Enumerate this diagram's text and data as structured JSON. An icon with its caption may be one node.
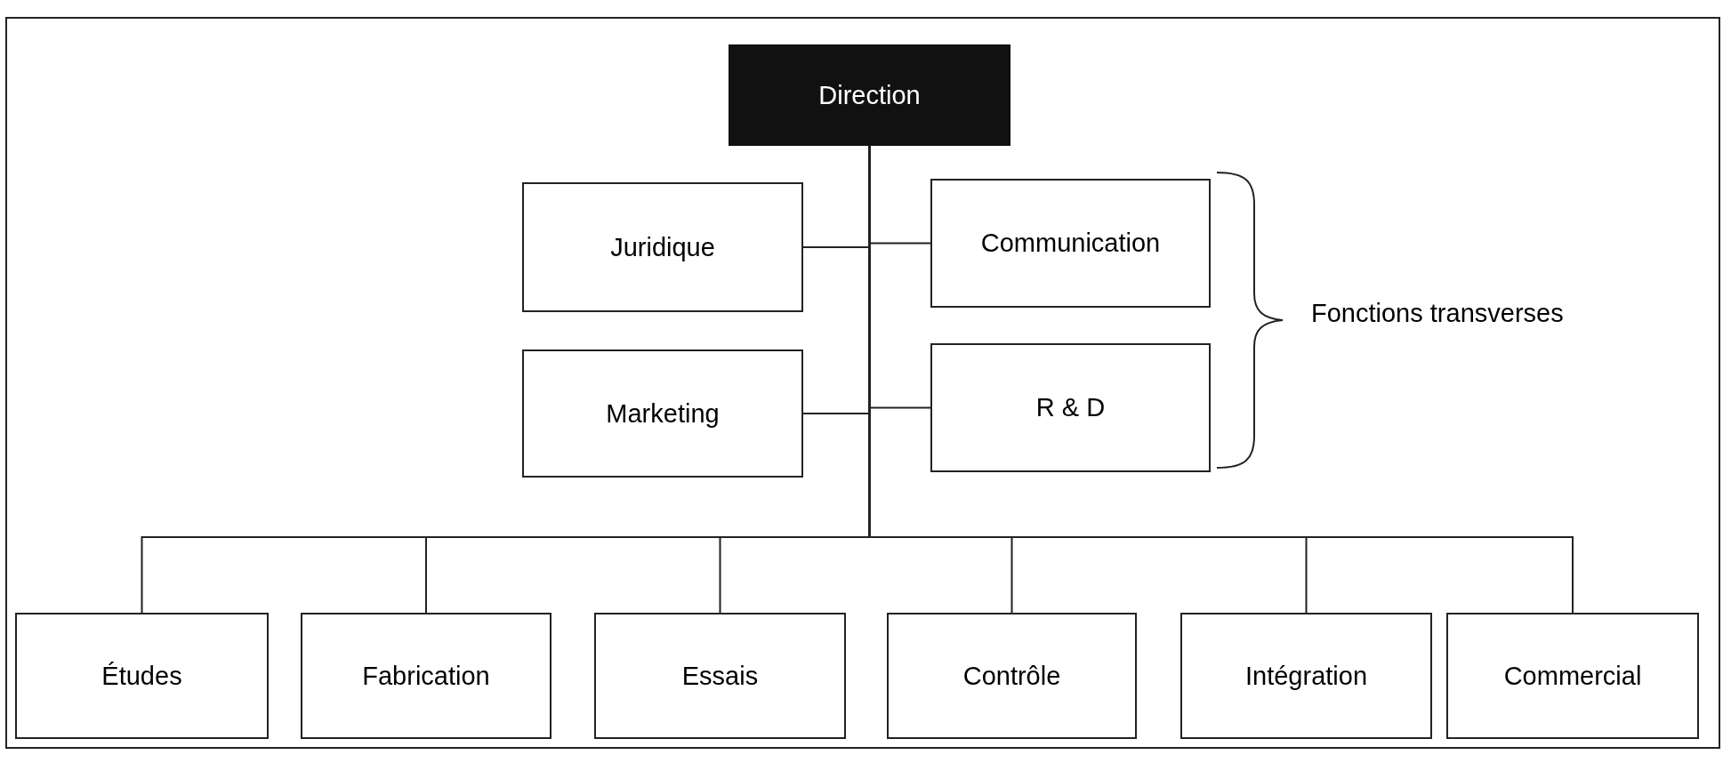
{
  "diagram": {
    "nodes": [
      {
        "text": [
          "Direction"
        ]
      },
      {
        "text": [
          "Juridique"
        ]
      },
      {
        "text": [
          "Communication"
        ]
      },
      {
        "text": [
          "Marketing"
        ]
      },
      {
        "text": [
          "R & D"
        ]
      },
      {
        "text": [
          "Études"
        ]
      },
      {
        "text": [
          "Fabrication"
        ]
      },
      {
        "text": [
          "Essais"
        ]
      },
      {
        "text": [
          "Contrôle"
        ]
      },
      {
        "text": [
          "Intégration"
        ]
      },
      {
        "text": [
          "Commercial"
        ]
      }
    ],
    "edges": [
      {
        "from": 0,
        "to": 1,
        "arrow": "none"
      },
      {
        "from": 0,
        "to": 2,
        "arrow": "none"
      },
      {
        "from": 0,
        "to": 3,
        "arrow": "none"
      },
      {
        "from": 0,
        "to": 4,
        "arrow": "none"
      },
      {
        "from": 0,
        "to": 5,
        "arrow": "none"
      },
      {
        "from": 0,
        "to": 6,
        "arrow": "none"
      },
      {
        "from": 0,
        "to": 7,
        "arrow": "none"
      },
      {
        "from": 0,
        "to": 8,
        "arrow": "none"
      },
      {
        "from": 0,
        "to": 9,
        "arrow": "none"
      },
      {
        "from": 0,
        "to": 10,
        "arrow": "none"
      }
    ],
    "labels": [
      "Fonctions transverses"
    ]
  }
}
